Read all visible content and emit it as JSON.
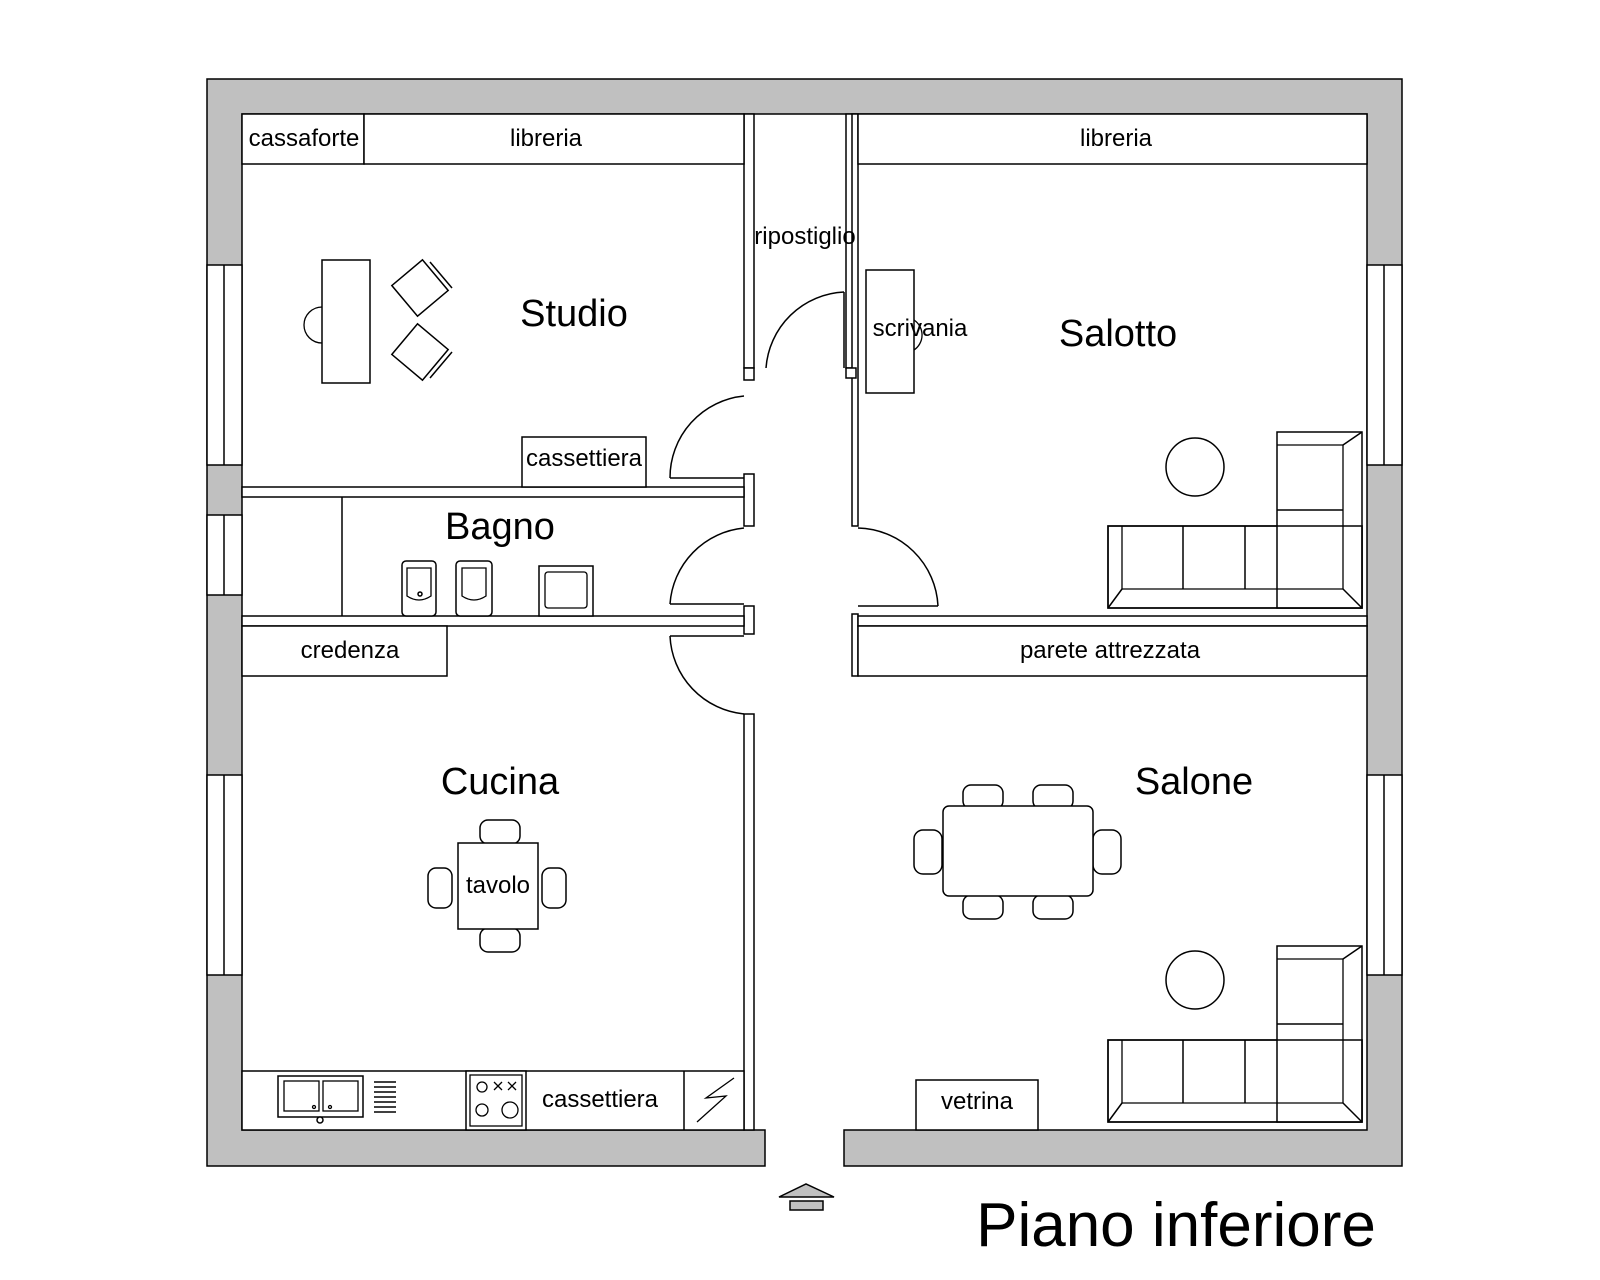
{
  "title": "Piano inferiore",
  "rooms": {
    "studio": "Studio",
    "salotto": "Salotto",
    "bagno": "Bagno",
    "cucina": "Cucina",
    "salone": "Salone",
    "ripostiglio": "ripostiglio"
  },
  "furniture": {
    "cassaforte": "cassaforte",
    "libreria_studio": "libreria",
    "libreria_salotto": "libreria",
    "scrivania": "scrivania",
    "cassettiera_studio": "cassettiera",
    "credenza": "credenza",
    "parete_attrezzata": "parete attrezzata",
    "tavolo": "tavolo",
    "cassettiera_cucina": "cassettiera",
    "vetrina": "vetrina"
  },
  "icons": {
    "entrance": "entrance-arrow-icon",
    "stove": "stove-icon",
    "sink": "sink-icon",
    "toilet": "toilet-icon",
    "bidet": "bidet-icon",
    "sofa": "sofa-icon"
  }
}
